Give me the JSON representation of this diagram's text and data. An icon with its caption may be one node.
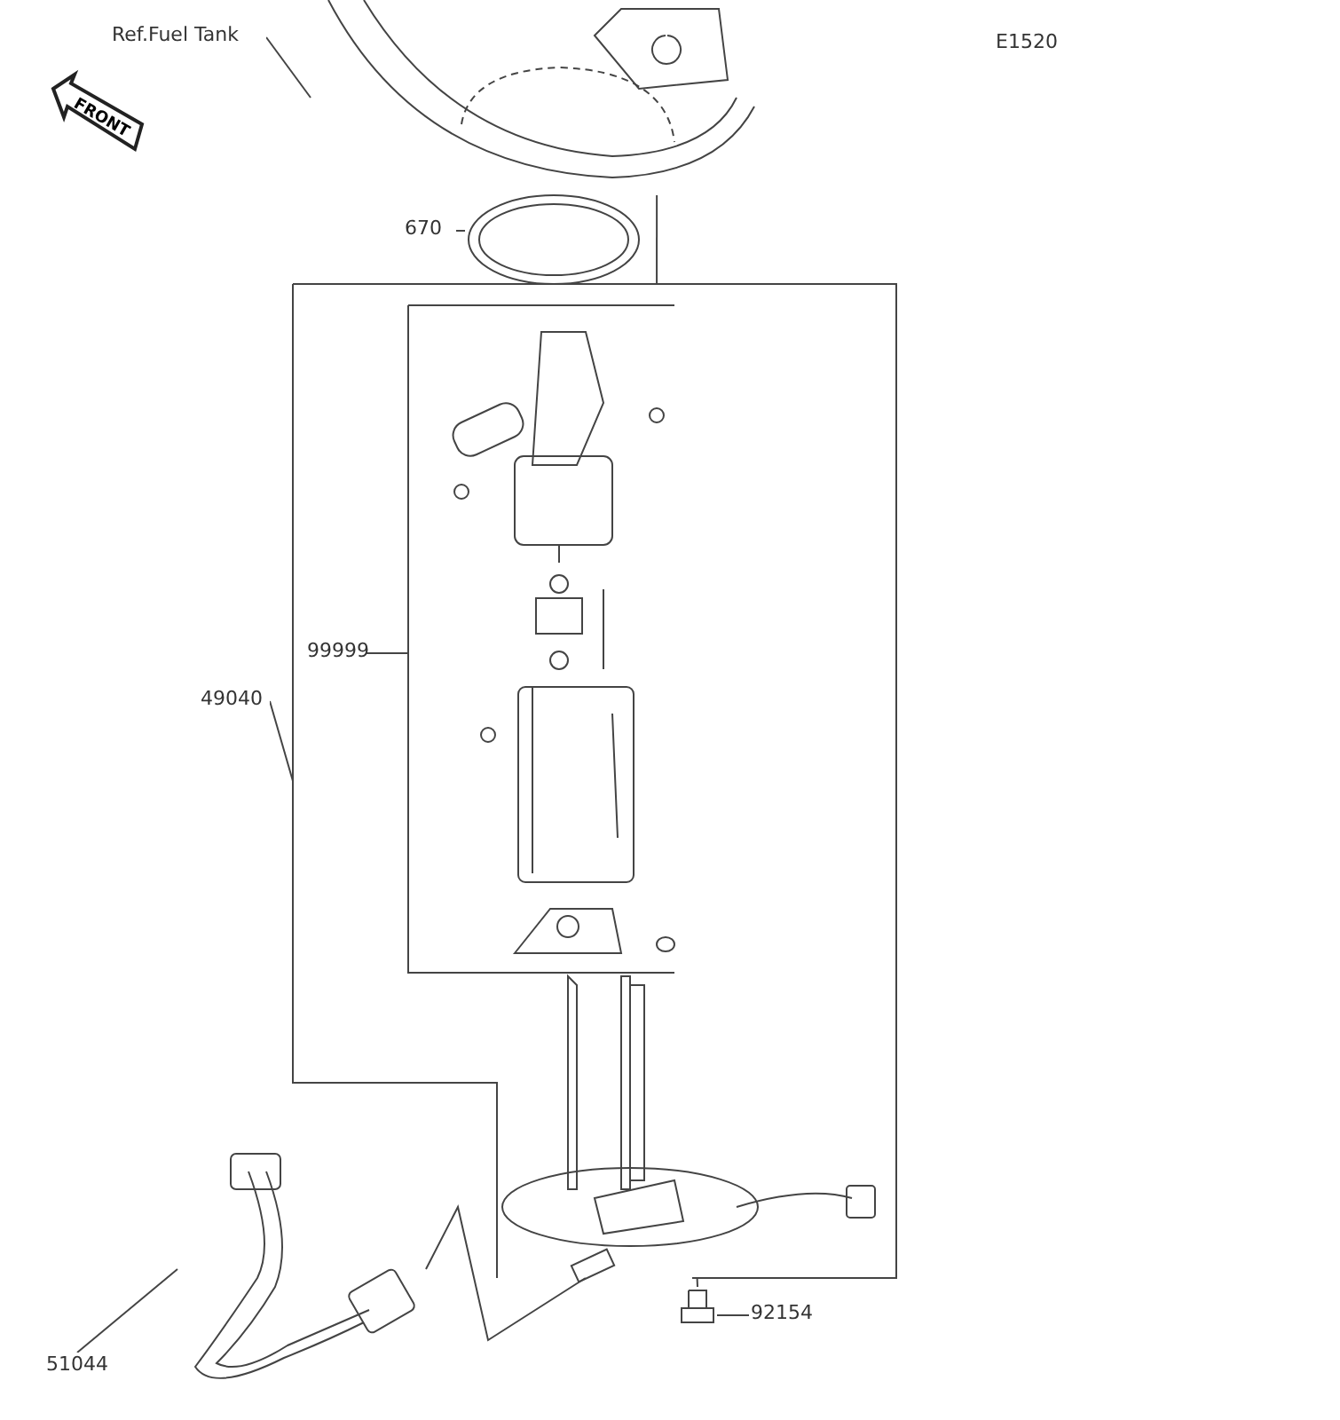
{
  "diagram": {
    "nodes": [
      {
        "text": [
          "Ref.Fuel Tank"
        ]
      },
      {
        "text": [],
        "shape": "picture"
      },
      {
        "text": [
          "670"
        ]
      },
      {
        "text": [],
        "shape": "circle"
      },
      {
        "text": [
          "49040"
        ]
      },
      {
        "text": [],
        "shape": "picture"
      },
      {
        "text": [
          "99999"
        ],
        "in": 5
      },
      {
        "text": [],
        "shape": "picture",
        "in": 5
      },
      {
        "text": [
          "51044"
        ]
      },
      {
        "text": [],
        "shape": "picture"
      },
      {
        "text": [
          "92154"
        ]
      },
      {
        "text": [],
        "shape": "picture"
      }
    ],
    "edges": [
      {
        "from": 0,
        "to": 1,
        "arrow": "none"
      },
      {
        "from": 2,
        "to": 3,
        "arrow": "none"
      },
      {
        "from": 4,
        "to": 5,
        "arrow": "none"
      },
      {
        "from": 6,
        "to": 7,
        "arrow": "none"
      },
      {
        "from": 8,
        "to": 9,
        "arrow": "none"
      },
      {
        "from": 10,
        "to": 11,
        "arrow": "none"
      },
      {
        "from": 9,
        "to": 5,
        "arrow": "none"
      },
      {
        "from": 1,
        "to": 5,
        "arrow": "none"
      },
      {
        "from": 11,
        "to": 5,
        "arrow": "none"
      }
    ],
    "labels": [
      "E1520",
      "FRONT"
    ]
  }
}
